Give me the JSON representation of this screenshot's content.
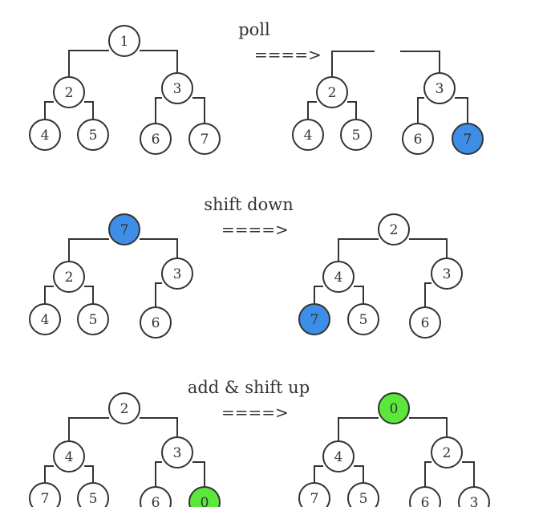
{
  "colors": {
    "line": "#333333",
    "node_fill": "#ffffff",
    "highlight_blue": "#3d8ee6",
    "highlight_green": "#5be83a"
  },
  "steps": [
    {
      "operation": "poll",
      "arrow": "====>",
      "before": [
        {
          "id": "n1",
          "value": "1",
          "highlight": null
        },
        {
          "id": "n2",
          "value": "2",
          "highlight": null
        },
        {
          "id": "n3",
          "value": "3",
          "highlight": null
        },
        {
          "id": "n4",
          "value": "4",
          "highlight": null
        },
        {
          "id": "n5",
          "value": "5",
          "highlight": null
        },
        {
          "id": "n6",
          "value": "6",
          "highlight": null
        },
        {
          "id": "n7",
          "value": "7",
          "highlight": null
        }
      ],
      "after": [
        {
          "id": "n2",
          "value": "2",
          "highlight": null
        },
        {
          "id": "n3",
          "value": "3",
          "highlight": null
        },
        {
          "id": "n4",
          "value": "4",
          "highlight": null
        },
        {
          "id": "n5",
          "value": "5",
          "highlight": null
        },
        {
          "id": "n6",
          "value": "6",
          "highlight": null
        },
        {
          "id": "n7",
          "value": "7",
          "highlight": "blue"
        }
      ]
    },
    {
      "operation": "shift down",
      "arrow": "====>",
      "before": [
        {
          "id": "n1",
          "value": "7",
          "highlight": "blue"
        },
        {
          "id": "n2",
          "value": "2",
          "highlight": null
        },
        {
          "id": "n3",
          "value": "3",
          "highlight": null
        },
        {
          "id": "n4",
          "value": "4",
          "highlight": null
        },
        {
          "id": "n5",
          "value": "5",
          "highlight": null
        },
        {
          "id": "n6",
          "value": "6",
          "highlight": null
        }
      ],
      "after": [
        {
          "id": "n1",
          "value": "2",
          "highlight": null
        },
        {
          "id": "n2",
          "value": "4",
          "highlight": null
        },
        {
          "id": "n3",
          "value": "3",
          "highlight": null
        },
        {
          "id": "n4",
          "value": "7",
          "highlight": "blue"
        },
        {
          "id": "n5",
          "value": "5",
          "highlight": null
        },
        {
          "id": "n6",
          "value": "6",
          "highlight": null
        }
      ]
    },
    {
      "operation": "add & shift up",
      "arrow": "====>",
      "before": [
        {
          "id": "n1",
          "value": "2",
          "highlight": null
        },
        {
          "id": "n2",
          "value": "4",
          "highlight": null
        },
        {
          "id": "n3",
          "value": "3",
          "highlight": null
        },
        {
          "id": "n4",
          "value": "7",
          "highlight": null
        },
        {
          "id": "n5",
          "value": "5",
          "highlight": null
        },
        {
          "id": "n6",
          "value": "6",
          "highlight": null
        },
        {
          "id": "n7",
          "value": "0",
          "highlight": "green"
        }
      ],
      "after": [
        {
          "id": "n1",
          "value": "0",
          "highlight": "green"
        },
        {
          "id": "n2",
          "value": "4",
          "highlight": null
        },
        {
          "id": "n3",
          "value": "2",
          "highlight": null
        },
        {
          "id": "n4",
          "value": "7",
          "highlight": null
        },
        {
          "id": "n5",
          "value": "5",
          "highlight": null
        },
        {
          "id": "n6",
          "value": "6",
          "highlight": null
        },
        {
          "id": "n7",
          "value": "3",
          "highlight": null
        }
      ]
    }
  ]
}
